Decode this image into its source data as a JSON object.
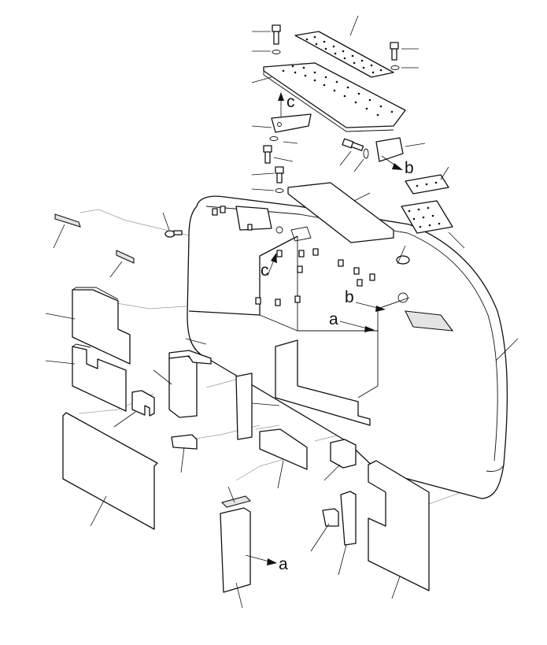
{
  "callouts": {
    "a_main": "a",
    "a_side": "a",
    "b_main": "b",
    "b_side": "b",
    "c_main": "c",
    "c_side": "c"
  },
  "colors": {
    "line": "#111111",
    "guide": "#9a9a9a",
    "background": "#ffffff"
  }
}
